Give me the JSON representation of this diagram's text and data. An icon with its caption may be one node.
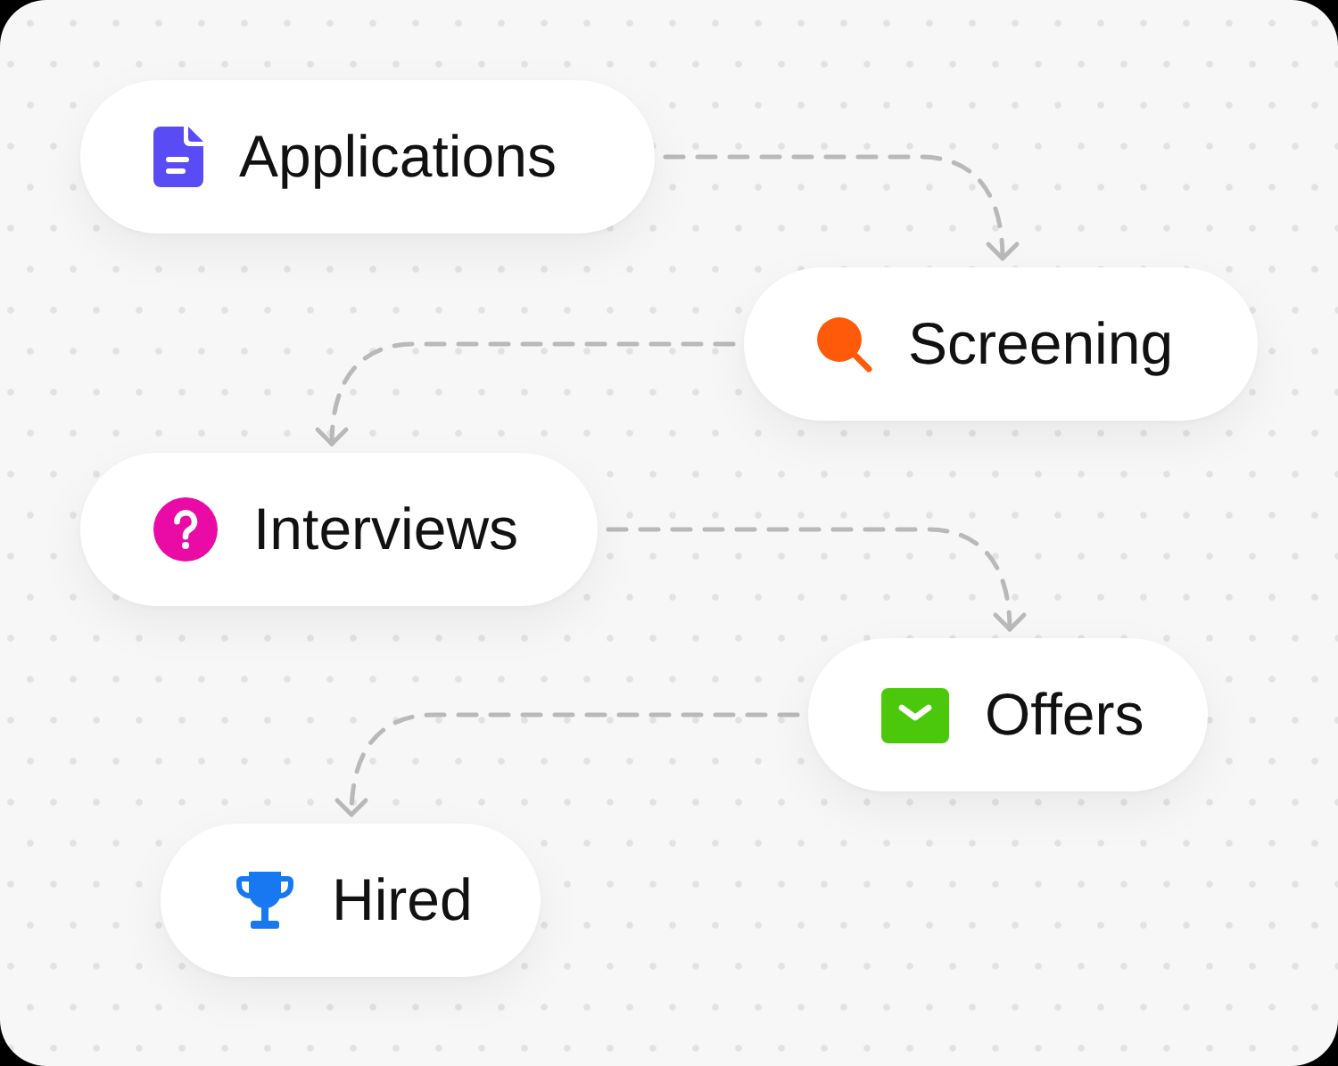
{
  "diagram": {
    "nodes": [
      {
        "text": [
          "Applications"
        ]
      },
      {
        "text": [
          "Screening"
        ]
      },
      {
        "text": [
          "Interviews"
        ]
      },
      {
        "text": [
          "Offers"
        ]
      },
      {
        "text": [
          "Hired"
        ]
      }
    ],
    "edges": [
      {
        "from": 0,
        "to": 1,
        "arrow": "to",
        "style": "dashed"
      },
      {
        "from": 1,
        "to": 2,
        "arrow": "to",
        "style": "dashed"
      },
      {
        "from": 2,
        "to": 3,
        "arrow": "to",
        "style": "dashed"
      },
      {
        "from": 3,
        "to": 4,
        "arrow": "to",
        "style": "dashed"
      }
    ]
  }
}
